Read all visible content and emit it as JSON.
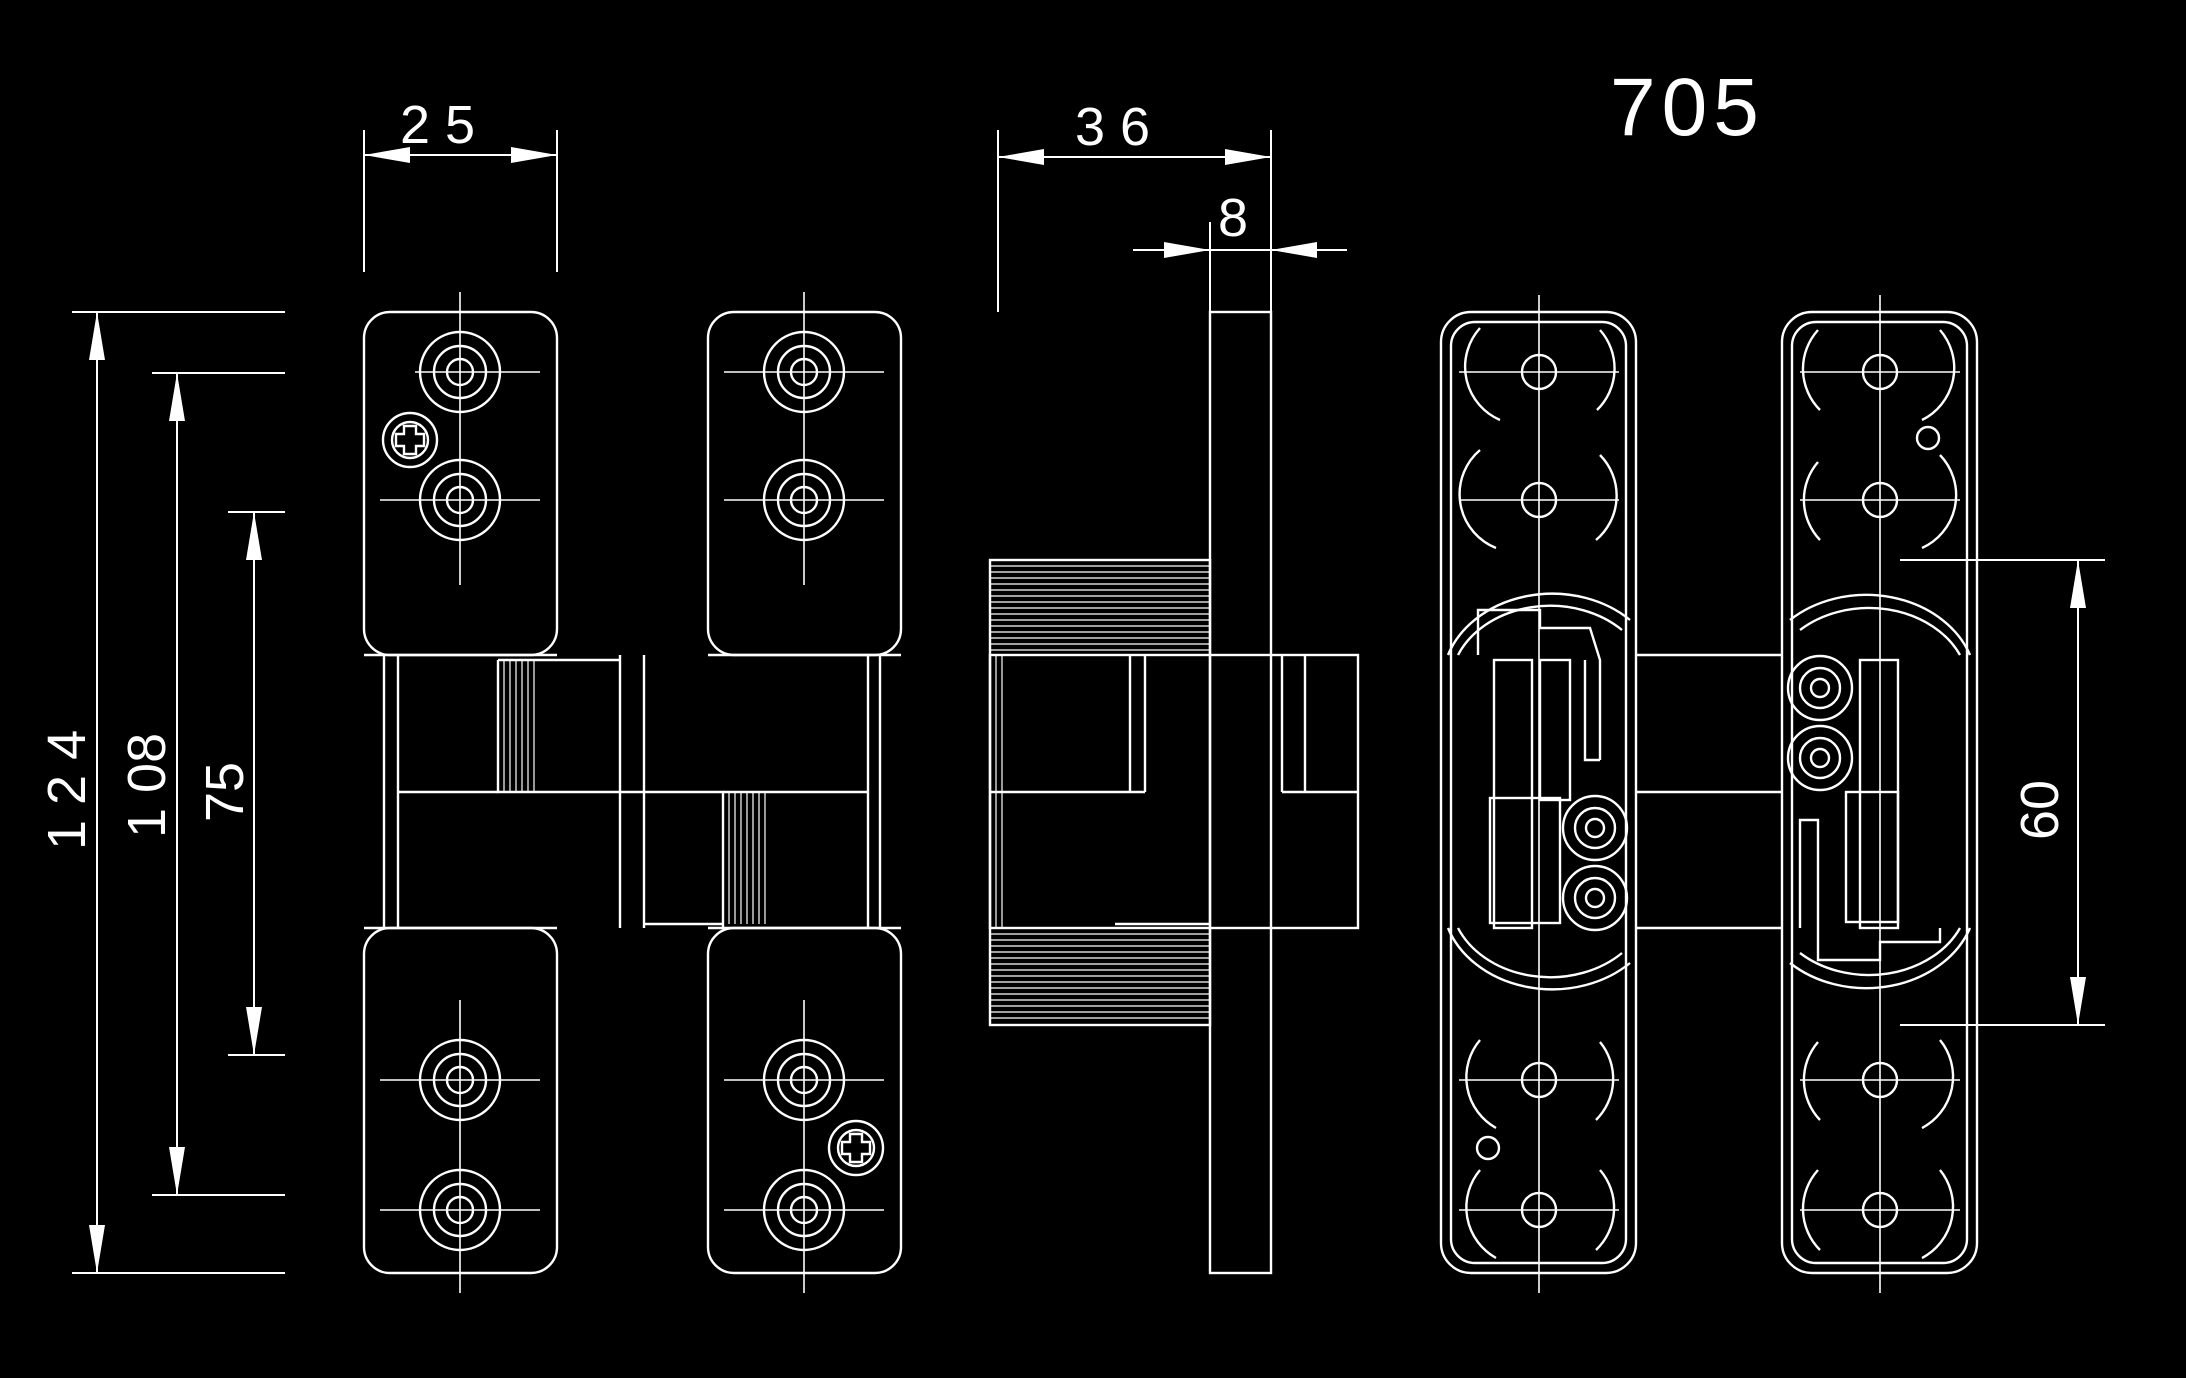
{
  "model_number": "705",
  "dimensions": {
    "leaf_width": "2 5",
    "body_depth": "3 6",
    "plate_thickness": "8",
    "overall_height": "1 2 4",
    "mounting_height": "1 08",
    "inner_height": "75",
    "adjust_span": "60"
  },
  "colors": {
    "background": "#000000",
    "line": "#ffffff"
  }
}
